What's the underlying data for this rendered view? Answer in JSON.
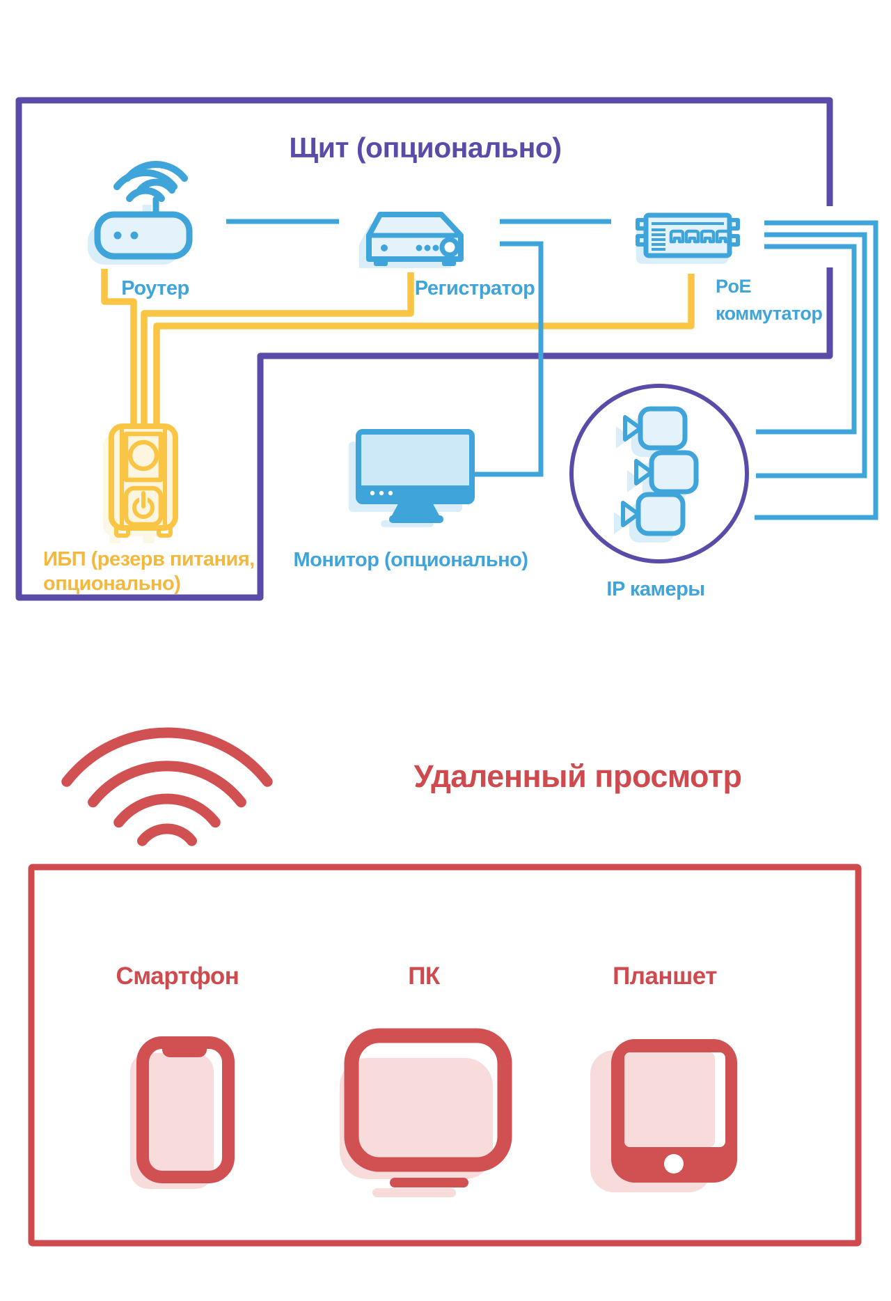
{
  "palette": {
    "background": "#ffffff",
    "blue": "#3fa4da",
    "blue_fill": "#e3f2fb",
    "screen_fill": "#cde9f7",
    "blue_ghost": "#d9eef9",
    "purple": "#5a4ba8",
    "yellow": "#fac544",
    "yellow_pale": "#fcf5df",
    "yellow_ghost": "#fdf7e6",
    "yellow_text": "#f2b93e",
    "red": "#d15052",
    "red_deep": "#ce4a4e",
    "pink": "#f8dbdb"
  },
  "cabinet": {
    "title": "Щит (опционально)",
    "router": "Роутер",
    "recorder": "Регистратор",
    "poe_line1": "PoE",
    "poe_line2": "коммутатор",
    "ups_line1": "ИБП (резерв питания,",
    "ups_line2": "опционально)",
    "monitor": "Монитор (опционально)",
    "cameras": "IP камеры"
  },
  "remote": {
    "title": "Удаленный просмотр",
    "smartphone": "Смартфон",
    "pc": "ПК",
    "tablet": "Планшет"
  }
}
